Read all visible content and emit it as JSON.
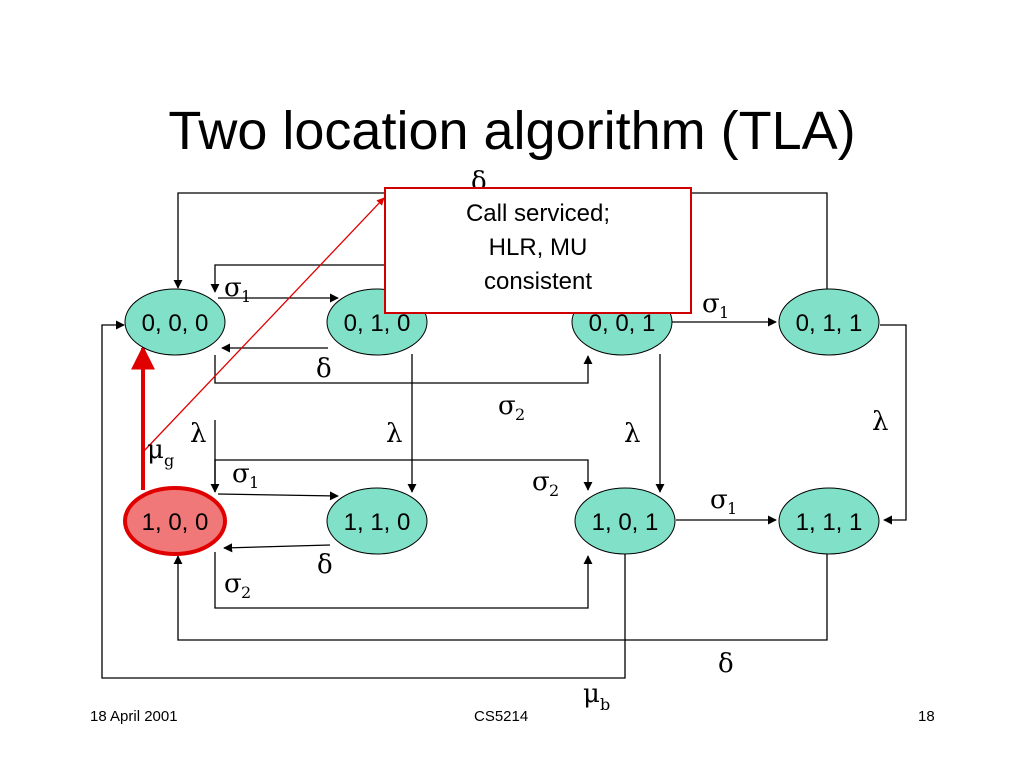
{
  "slide": {
    "title": "Two location algorithm (TLA)"
  },
  "states": [
    {
      "label": "0, 0, 0",
      "highlight": false
    },
    {
      "label": "0, 1, 0",
      "highlight": false
    },
    {
      "label": "0, 0, 1",
      "highlight": false
    },
    {
      "label": "0, 1, 1",
      "highlight": false
    },
    {
      "label": "1, 0, 0",
      "highlight": true
    },
    {
      "label": "1, 1, 0",
      "highlight": false
    },
    {
      "label": "1, 0, 1",
      "highlight": false
    },
    {
      "label": "1, 1, 1",
      "highlight": false
    }
  ],
  "symbols": {
    "delta": "δ",
    "sigma": "σ",
    "lambda": "λ",
    "mu": "μ",
    "sub_1": "1",
    "sub_2": "2",
    "sub_g": "g",
    "sub_b": "b"
  },
  "callout": {
    "lines": [
      "Call serviced;",
      "HLR, MU",
      "consistent"
    ]
  },
  "footer": {
    "date": "18 April 2001",
    "course": "CS5214",
    "page": "18"
  },
  "colors": {
    "state_fill": "#80e0c8",
    "highlight_fill": "#f07878",
    "highlight_stroke": "#e00000",
    "callout_border": "#d00000"
  }
}
